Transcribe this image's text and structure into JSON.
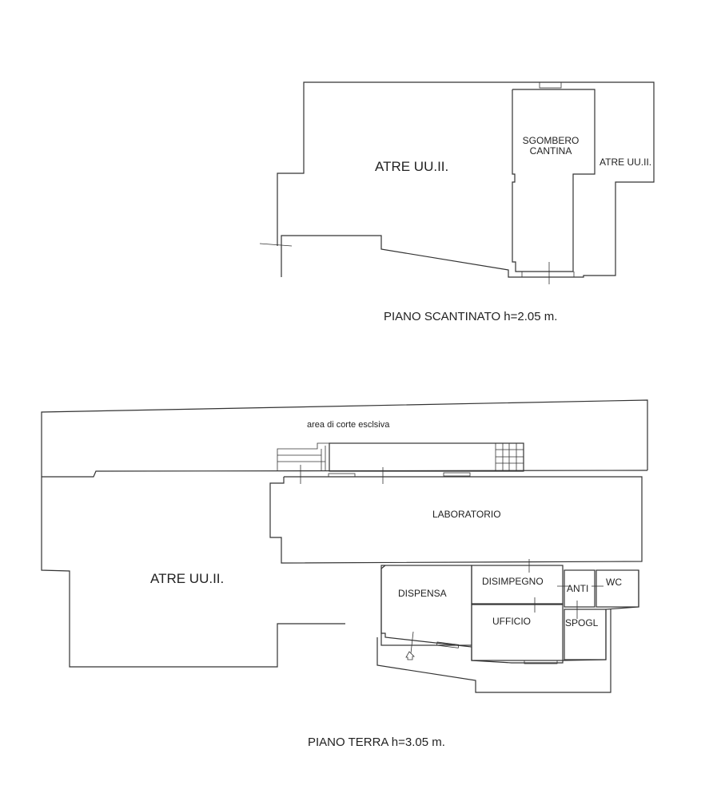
{
  "basement": {
    "caption": "PIANO  SCANTINATO h=2.05 m.",
    "rooms": {
      "other_units_main": "ATRE UU.II.",
      "storage_line1": "SGOMBERO",
      "storage_line2": "CANTINA",
      "other_units_right": "ATRE UU.II."
    }
  },
  "ground": {
    "caption": "PIANO  TERRA h=3.05 m.",
    "rooms": {
      "courtyard": "area di corte esclsiva",
      "laboratory": "LABORATORIO",
      "other_units": "ATRE UU.II.",
      "pantry": "DISPENSA",
      "hallway": "DISIMPEGNO",
      "anteroom": "ANTI",
      "wc": "WC",
      "office": "UFFICIO",
      "changing_room": "SPOGL"
    }
  }
}
